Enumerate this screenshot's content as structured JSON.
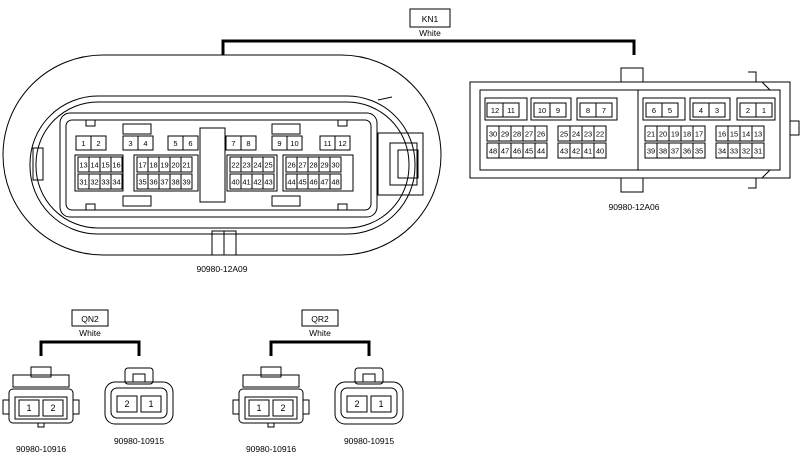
{
  "kn1": {
    "tag": "KN1",
    "color": "White",
    "female_part": "90980-12A09",
    "male_part": "90980-12A06",
    "female_rows": {
      "top": [
        [
          "1",
          "2"
        ],
        [
          "3",
          "4"
        ],
        [
          "5",
          "6"
        ],
        [
          "7",
          "8"
        ],
        [
          "9",
          "10"
        ],
        [
          "11",
          "12"
        ]
      ],
      "mid": [
        [
          "13",
          "14",
          "15",
          "16"
        ],
        [
          "17",
          "18",
          "19",
          "20",
          "21"
        ],
        [
          "22",
          "23",
          "24",
          "25"
        ],
        [
          "26",
          "27",
          "28",
          "29",
          "30"
        ]
      ],
      "bot": [
        [
          "31",
          "32",
          "33",
          "34"
        ],
        [
          "35",
          "36",
          "37",
          "38",
          "39"
        ],
        [
          "40",
          "41",
          "42",
          "43"
        ],
        [
          "44",
          "45",
          "46",
          "47",
          "48"
        ]
      ]
    },
    "male_rows": {
      "top": [
        [
          "12",
          "11"
        ],
        [
          "10",
          "9"
        ],
        [
          "8",
          "7"
        ],
        [
          "6",
          "5"
        ],
        [
          "4",
          "3"
        ],
        [
          "2",
          "1"
        ]
      ],
      "mid": [
        [
          "30",
          "29",
          "28",
          "27",
          "26"
        ],
        [
          "25",
          "24",
          "23",
          "22"
        ],
        [
          "21",
          "20",
          "19",
          "18",
          "17"
        ],
        [
          "16",
          "15",
          "14",
          "13"
        ]
      ],
      "bot": [
        [
          "48",
          "47",
          "46",
          "45",
          "44"
        ],
        [
          "43",
          "42",
          "41",
          "40"
        ],
        [
          "39",
          "38",
          "37",
          "36",
          "35"
        ],
        [
          "34",
          "33",
          "32",
          "31"
        ]
      ]
    }
  },
  "qn2": {
    "tag": "QN2",
    "color": "White",
    "female_part": "90980-10916",
    "male_part": "90980-10915",
    "female_pins": [
      "1",
      "2"
    ],
    "male_pins": [
      "2",
      "1"
    ]
  },
  "qr2": {
    "tag": "QR2",
    "color": "White",
    "female_part": "90980-10916",
    "male_part": "90980-10915",
    "female_pins": [
      "1",
      "2"
    ],
    "male_pins": [
      "2",
      "1"
    ]
  }
}
